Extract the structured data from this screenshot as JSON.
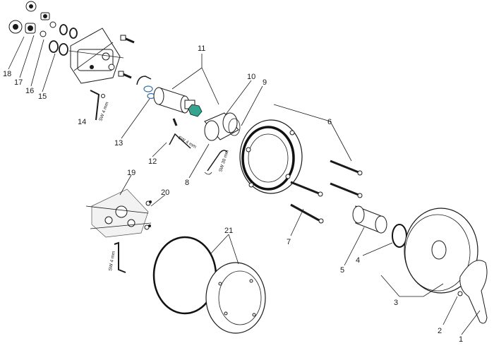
{
  "diagram": {
    "part_numbers": [
      "1",
      "2",
      "3",
      "4",
      "5",
      "6",
      "7",
      "8",
      "9",
      "10",
      "11",
      "12",
      "13",
      "14",
      "15",
      "16",
      "17",
      "18",
      "19",
      "20",
      "21"
    ],
    "tool_labels": {
      "sw4_upper": "SW 4 mm",
      "sw4_middle": "SW 4 mm",
      "sw38": "SW 38 mm",
      "sw4_lower": "SW 4 mm"
    },
    "colors": {
      "line": "#1a1a1a",
      "accent_cartridge_nut": "#35a58f"
    }
  }
}
